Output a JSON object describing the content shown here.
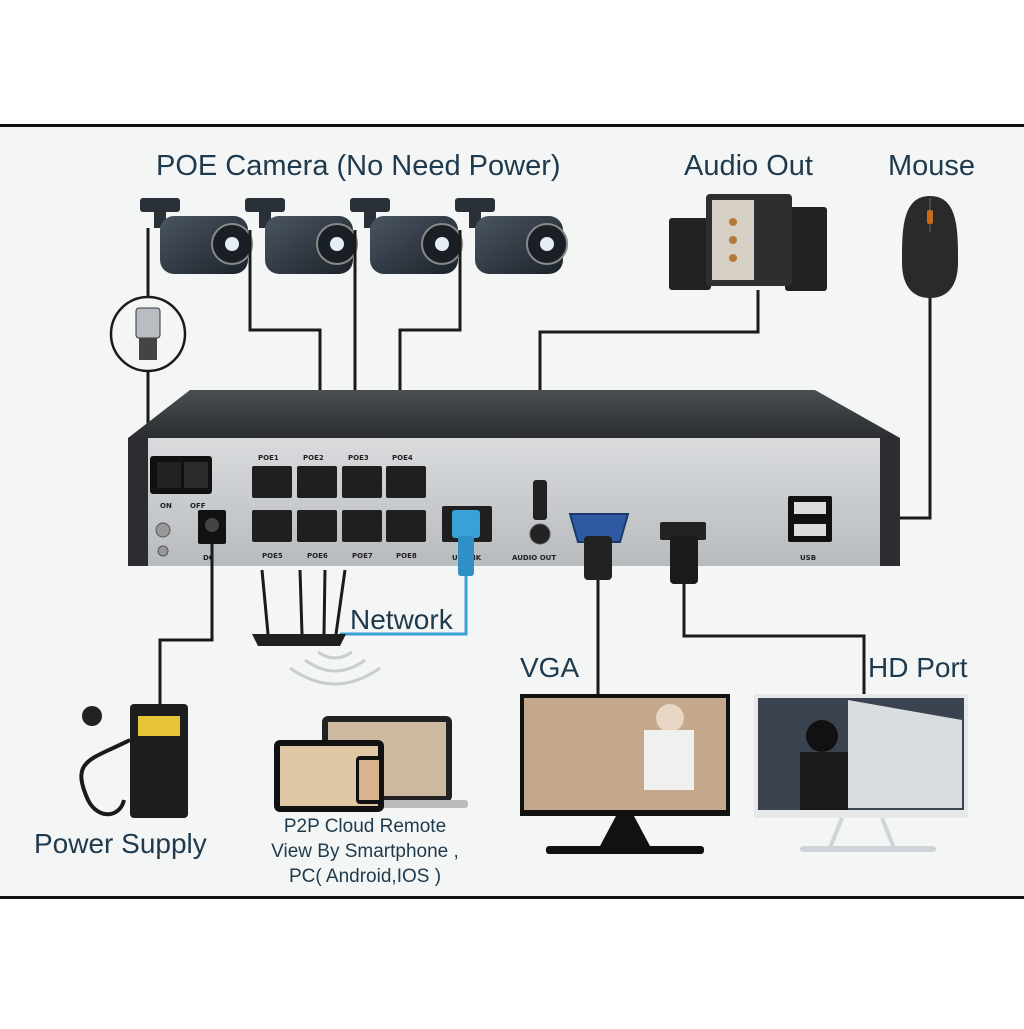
{
  "labels": {
    "poe_camera": "POE Camera (No Need Power)",
    "audio_out": "Audio Out",
    "mouse": "Mouse",
    "network": "Network",
    "vga": "VGA",
    "hd_port": "HD Port",
    "power_supply": "Power Supply",
    "p2p_line1": "P2P Cloud Remote",
    "p2p_line2": "View By Smartphone ,",
    "p2p_line3": "PC( Android,IOS )"
  },
  "nvr_ports": {
    "on": "ON",
    "off": "OFF",
    "dc": "DC",
    "poe1": "POE1",
    "poe2": "POE2",
    "poe3": "POE3",
    "poe4": "POE4",
    "poe5": "POE5",
    "poe6": "POE6",
    "poe7": "POE7",
    "poe8": "POE8",
    "uplink": "UPLINK",
    "audio_out": "AUDIO OUT",
    "usb": "USB"
  },
  "colors": {
    "text": "#1f3a4d",
    "background": "#f4f5f5",
    "frame": "#111111",
    "cable": "#1a1a1a",
    "network_cable": "#3aa0d8",
    "nvr_top": "#3a3d40",
    "nvr_face": "#c9ccce"
  }
}
